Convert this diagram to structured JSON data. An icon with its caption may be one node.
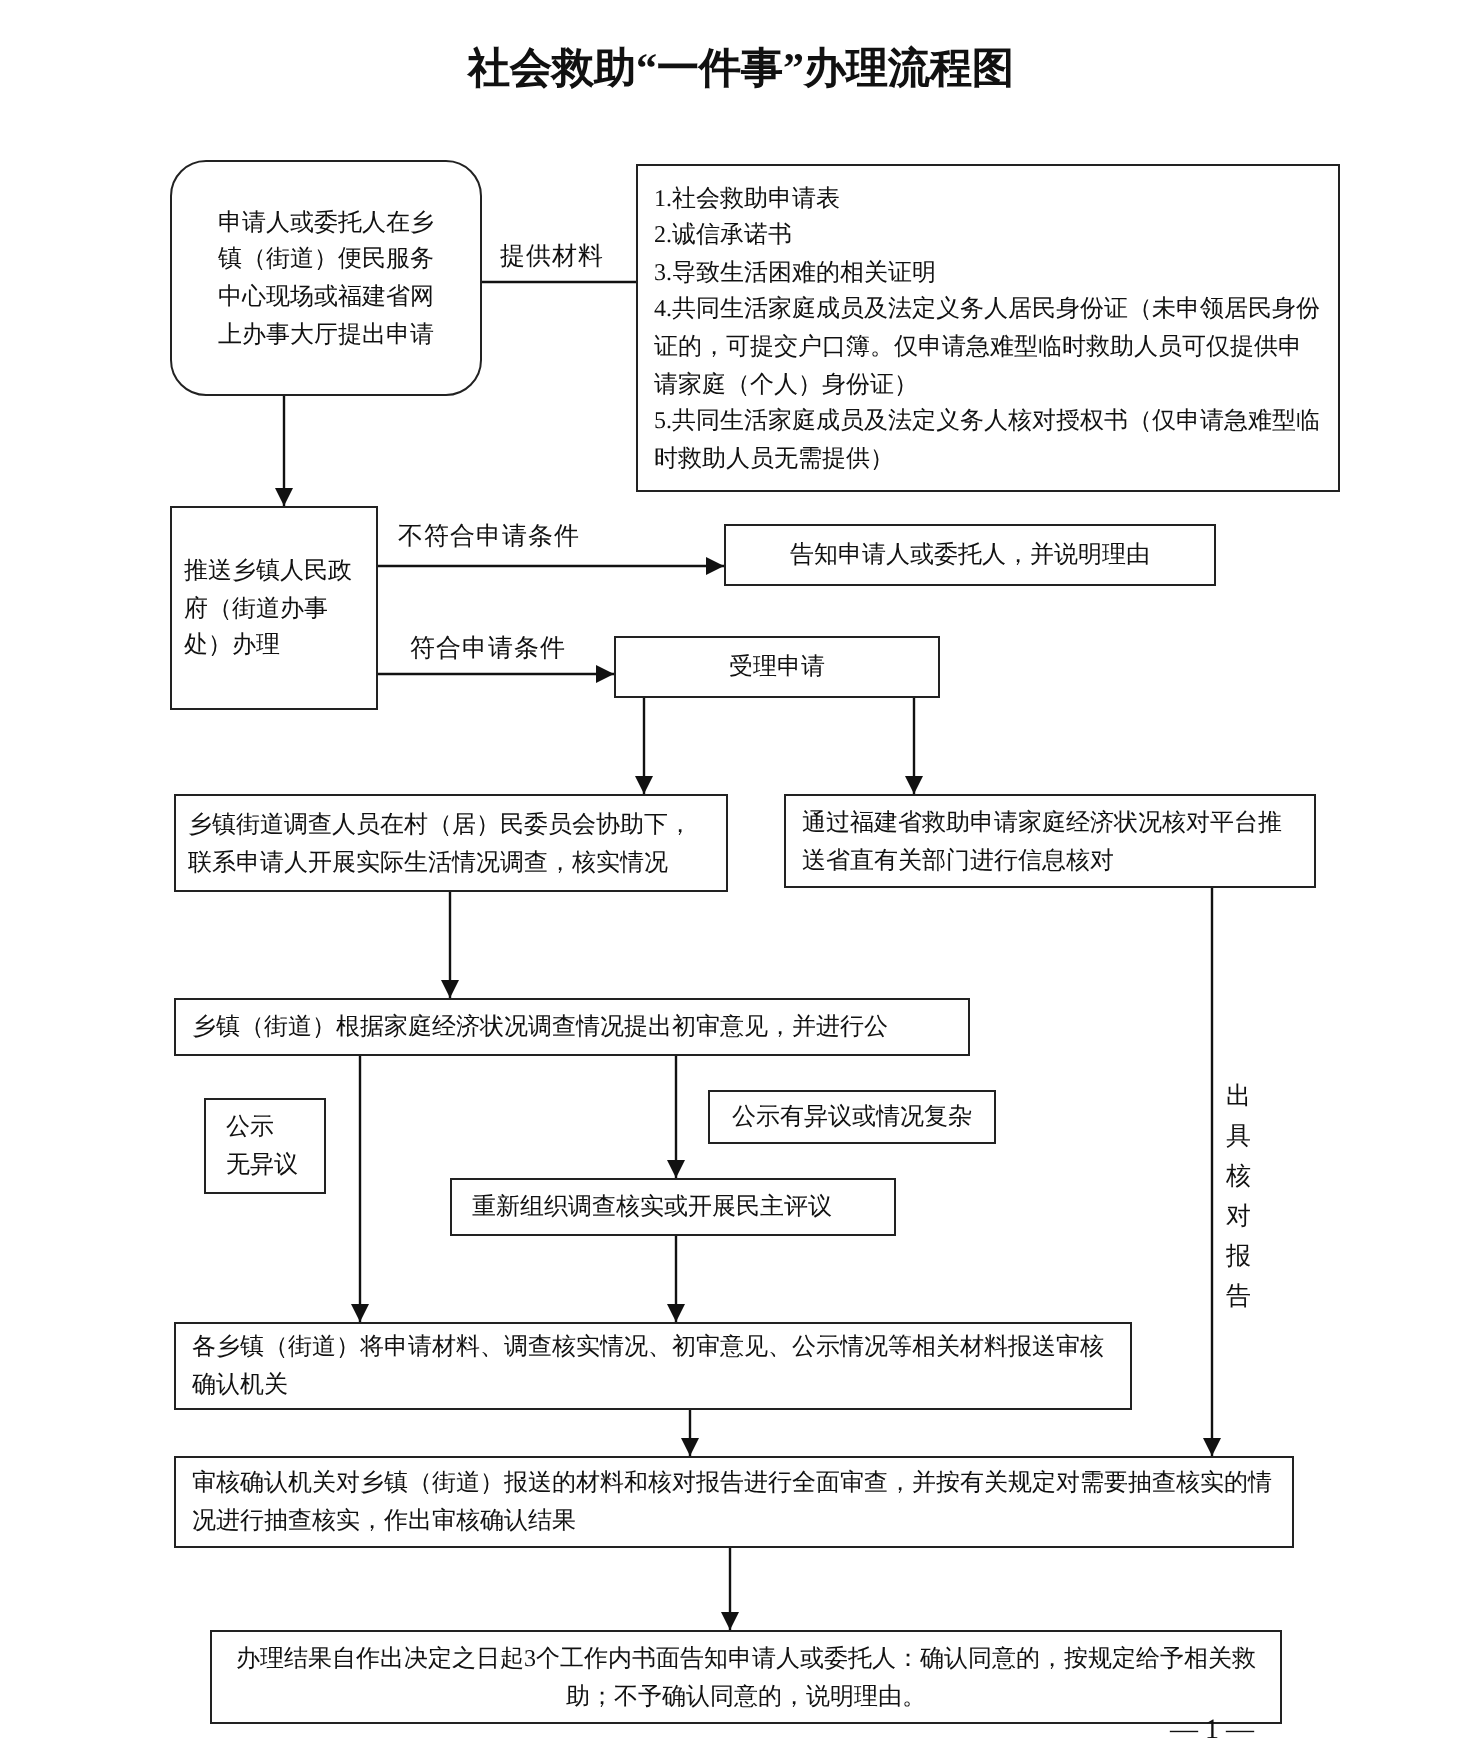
{
  "diagram": {
    "title": "社会救助“一件事”办理流程图",
    "nodes": [
      {
        "text": [
          "申请人或委托人在乡镇（街道）便民服务中心现场或福建省网上办事大厅提出申请"
        ]
      },
      {
        "text": [
          "1.社会救助申请表",
          "2.诚信承诺书",
          "3.导致生活困难的相关证明",
          "4.共同生活家庭成员及法定义务人居民身份证（未申领居民身份证的，可提交户口簿。仅申请急难型临时救助人员可仅提供申请家庭（个人）身份证）",
          "5.共同生活家庭成员及法定义务人核对授权书（仅申请急难型临时救助人员无需提供）"
        ]
      },
      {
        "text": [
          "推送乡镇人民政府（街道办事处）办理"
        ]
      },
      {
        "text": [
          "告知申请人或委托人，并说明理由"
        ]
      },
      {
        "text": [
          "受理申请"
        ]
      },
      {
        "text": [
          "乡镇街道调查人员在村（居）民委员会协助下，联系申请人开展实际生活情况调查，核实情况"
        ]
      },
      {
        "text": [
          "通过福建省救助申请家庭经济状况核对平台推送省直有关部门进行信息核对"
        ]
      },
      {
        "text": [
          "乡镇（街道）根据家庭经济状况调查情况提出初审意见，并进行公"
        ]
      },
      {
        "text": [
          "公示",
          "无异议"
        ]
      },
      {
        "text": [
          "公示有异议或情况复杂"
        ]
      },
      {
        "text": [
          "重新组织调查核实或开展民主评议"
        ]
      },
      {
        "text": [
          "各乡镇（街道）将申请材料、调查核实情况、初审意见、公示情况等相关材料报送审核确认机关"
        ]
      },
      {
        "text": [
          "审核确认机关对乡镇（街道）报送的材料和核对报告进行全面审查，并按有关规定对需要抽查核实的情况进行抽查核实，作出审核确认结果"
        ]
      },
      {
        "text": [
          "办理结果自作出决定之日起3个工作内书面告知申请人或委托人：确认同意的，按规定给予相关救助；不予确认同意的，说明理由。"
        ]
      }
    ],
    "edges": [
      {
        "from": 0,
        "to": 1,
        "arrow": "none",
        "label": "提供材料"
      },
      {
        "from": 0,
        "to": 2,
        "arrow": "to"
      },
      {
        "from": 2,
        "to": 3,
        "arrow": "to",
        "label": "不符合申请条件"
      },
      {
        "from": 2,
        "to": 4,
        "arrow": "to",
        "label": "符合申请条件"
      },
      {
        "from": 4,
        "to": 5,
        "arrow": "to"
      },
      {
        "from": 4,
        "to": 6,
        "arrow": "to"
      },
      {
        "from": 5,
        "to": 7,
        "arrow": "to"
      },
      {
        "from": 7,
        "to": 11,
        "arrow": "to"
      },
      {
        "from": 7,
        "to": 10,
        "arrow": "to"
      },
      {
        "from": 10,
        "to": 11,
        "arrow": "to"
      },
      {
        "from": 11,
        "to": 12,
        "arrow": "to"
      },
      {
        "from": 6,
        "to": 12,
        "arrow": "to",
        "label": "出具核对报告"
      },
      {
        "from": 12,
        "to": 13,
        "arrow": "to"
      }
    ],
    "labels": [
      "— 1 —"
    ]
  }
}
